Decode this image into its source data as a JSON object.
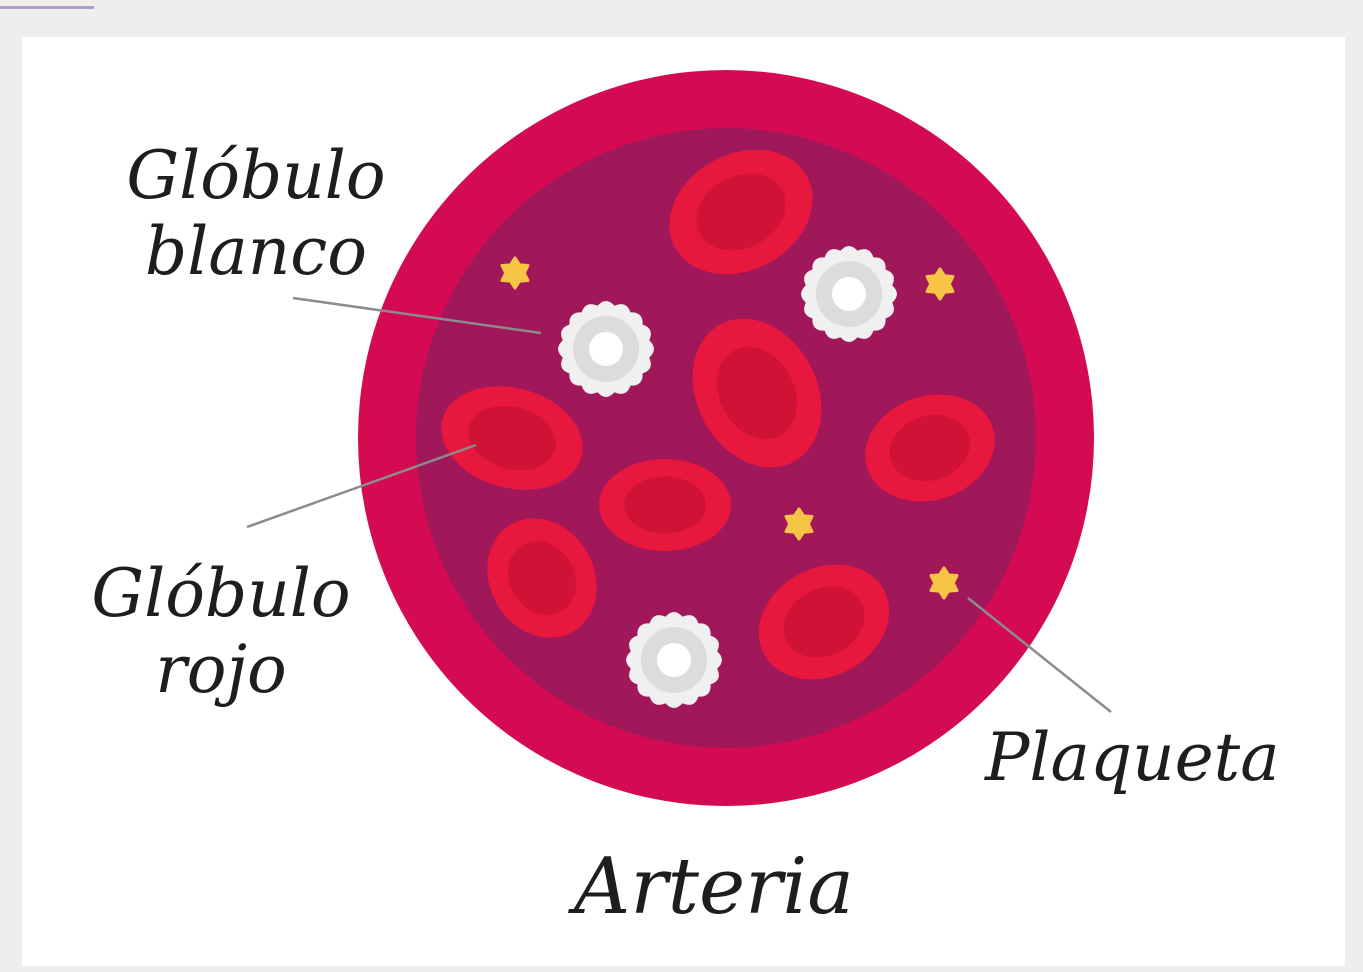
{
  "labels": {
    "white_cell_line1": "Glóbulo",
    "white_cell_line2": "blanco",
    "red_cell_line1": "Glóbulo",
    "red_cell_line2": "rojo",
    "platelet": "Plaqueta",
    "artery": "Arteria"
  },
  "colors": {
    "artery_wall": "#d40b52",
    "lumen": "#a0175a",
    "red_cell_outer": "#e8173e",
    "red_cell_inner": "#d01236",
    "white_cell_outer": "#f0f0f0",
    "white_cell_ring": "#dcdcdc",
    "white_cell_core": "#ffffff",
    "platelet": "#f6c445",
    "leader_line": "#8c8c8c",
    "text": "#1e1e1e"
  },
  "icons": {
    "red_cell": "red-blood-cell-icon",
    "white_cell": "white-blood-cell-icon",
    "platelet": "platelet-icon"
  }
}
